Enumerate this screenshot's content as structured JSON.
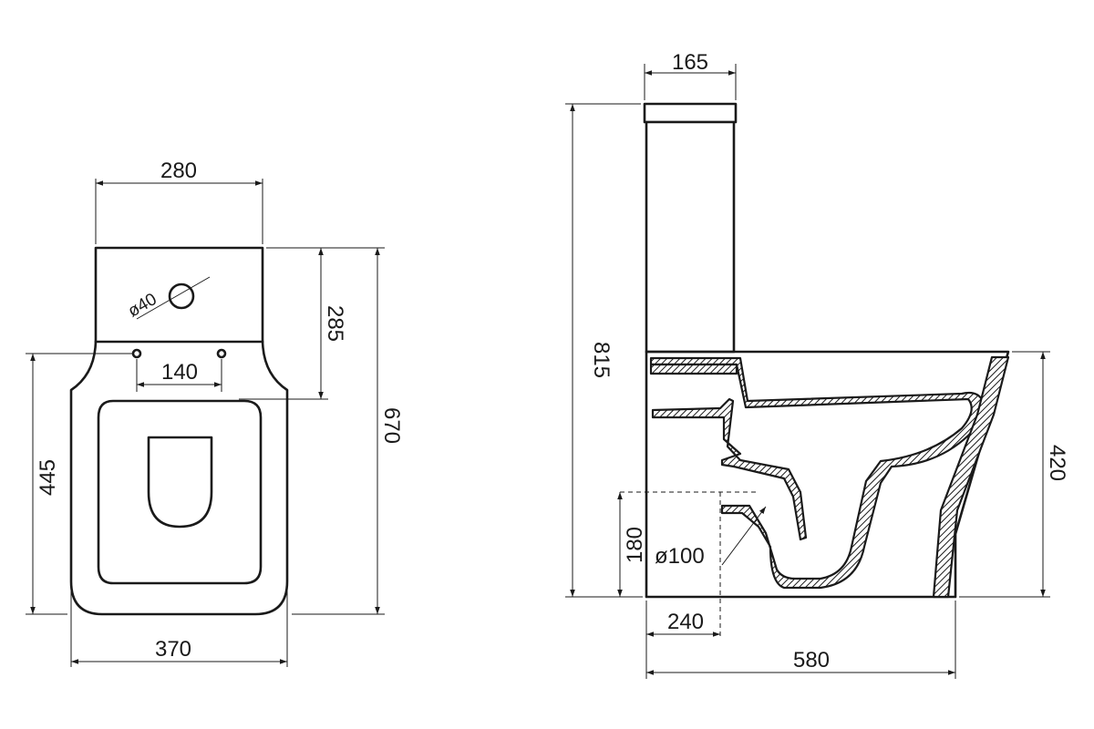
{
  "dimensions": {
    "plan_tank_width": "280",
    "plan_tank_depth": "285",
    "plan_total_length": "670",
    "plan_seat_length": "445",
    "plan_bowl_width": "370",
    "plan_hole_spacing": "140",
    "plan_button_hole": "ø40",
    "side_tank_depth": "165",
    "side_total_height": "815",
    "side_bowl_height": "420",
    "side_outlet_height": "180",
    "side_outlet_diameter": "ø100",
    "side_outlet_offset": "240",
    "side_total_length": "580"
  },
  "colors": {
    "line": "#1a1a1a",
    "background": "#ffffff"
  }
}
